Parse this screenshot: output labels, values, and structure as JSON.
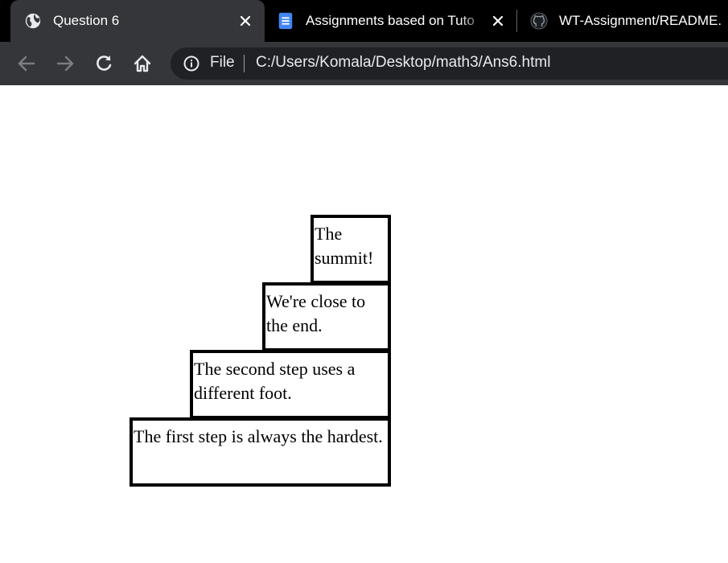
{
  "browser": {
    "tabs": [
      {
        "title": "Question 6",
        "favicon": "globe-icon",
        "active": true,
        "close": "✕"
      },
      {
        "title": "Assignments based on Tuto",
        "favicon": "google-docs-icon",
        "active": false,
        "close": "✕"
      },
      {
        "title": "WT-Assignment/README.",
        "favicon": "github-icon",
        "active": false
      }
    ],
    "toolbar": {
      "back": "back-arrow-icon",
      "forward": "forward-arrow-icon",
      "reload": "reload-icon",
      "home": "home-icon"
    },
    "address": {
      "scheme_label": "File",
      "url": "C:/Users/Komala/Desktop/math3/Ans6.html"
    },
    "colors": {
      "tabstrip": "#000000",
      "active_tab": "#35363a",
      "toolbar": "#35363a",
      "omnibox": "#202124",
      "text": "#e8eaed"
    }
  },
  "page": {
    "steps": [
      {
        "text": "The summit!"
      },
      {
        "text": "We're close to the end."
      },
      {
        "text": "The second step uses a different foot."
      },
      {
        "text": "The first step is always the hardest."
      }
    ]
  }
}
